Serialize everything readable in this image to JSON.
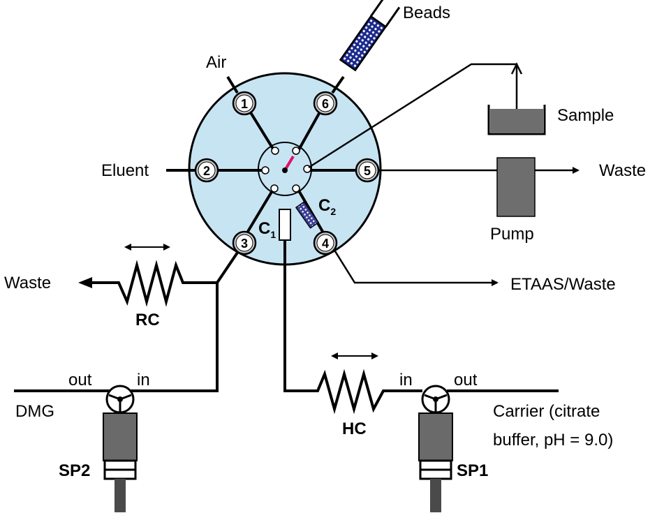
{
  "labels": {
    "beads": "Beads",
    "air": "Air",
    "sample": "Sample",
    "eluent": "Eluent",
    "waste_right": "Waste",
    "pump": "Pump",
    "waste_left": "Waste",
    "etaas_waste": "ETAAS/Waste",
    "rc": "RC",
    "hc": "HC",
    "dmg": "DMG",
    "out_left": "out",
    "in_left": "in",
    "in_right": "in",
    "out_right": "out",
    "carrier_line1": "Carrier (citrate",
    "carrier_line2": "buffer, pH = 9.0)",
    "sp1": "SP1",
    "sp2": "SP2",
    "c1": "C",
    "c1_sub": "1",
    "c2": "C",
    "c2_sub": "2"
  },
  "ports": [
    "1",
    "2",
    "3",
    "4",
    "5",
    "6"
  ],
  "colors": {
    "valve_fill": "#c7e4f3",
    "beads_fill": "#1c2a8c",
    "pump_fill": "#6e6e6e",
    "syringe_fill": "#6a6a6a",
    "rotor_arm": "#e0106a"
  }
}
